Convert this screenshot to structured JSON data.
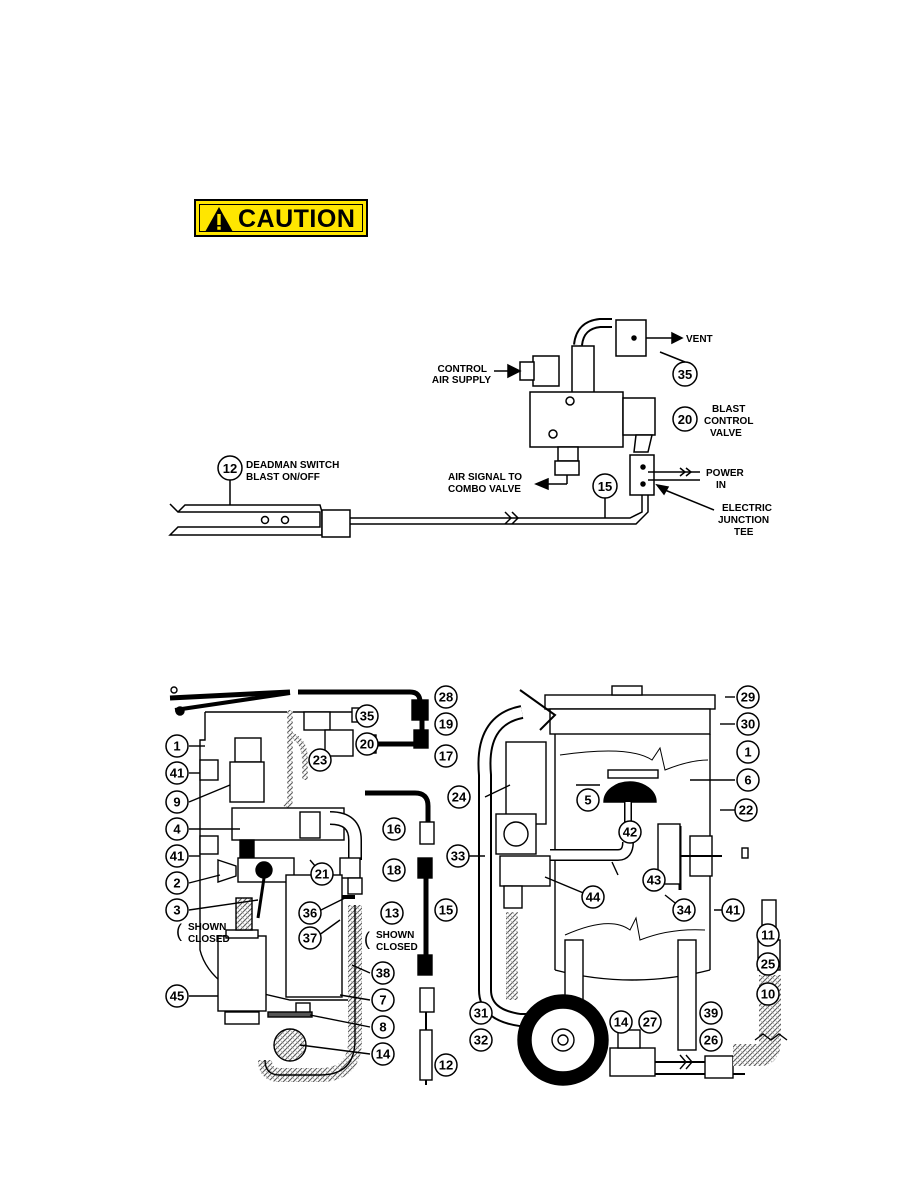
{
  "caution": {
    "label": "CAUTION",
    "icon": "warning-triangle-icon",
    "bg_color": "#ffe600"
  },
  "top_diagram": {
    "labels": {
      "vent": "VENT",
      "control_air_1": "CONTROL",
      "control_air_2": "AIR SUPPLY",
      "blast_control_1": "BLAST",
      "blast_control_2": "CONTROL",
      "blast_control_3": "VALVE",
      "deadman_1": "DEADMAN SWITCH",
      "deadman_2": "BLAST ON/OFF",
      "air_signal_1": "AIR SIGNAL TO",
      "air_signal_2": "COMBO VALVE",
      "power_1": "POWER",
      "power_2": "IN",
      "junction_1": "ELECTRIC",
      "junction_2": "JUNCTION",
      "junction_3": "TEE"
    },
    "callouts": {
      "c35": "35",
      "c20": "20",
      "c12": "12",
      "c15": "15"
    }
  },
  "bottom_diagram": {
    "left_callouts": [
      "1",
      "41",
      "9",
      "4",
      "41",
      "2",
      "3",
      "45"
    ],
    "shown_closed_1": "SHOWN",
    "shown_closed_2": "CLOSED",
    "mid_callouts": [
      "35",
      "20",
      "23",
      "21",
      "13",
      "36",
      "37",
      "38",
      "7",
      "8",
      "14"
    ],
    "right_column": [
      "28",
      "19",
      "17",
      "16",
      "18",
      "15",
      "12"
    ],
    "right_view": [
      "29",
      "30",
      "1",
      "6",
      "5",
      "22",
      "24",
      "42",
      "33",
      "43",
      "44",
      "34",
      "41",
      "11",
      "25",
      "10",
      "31",
      "14",
      "27",
      "39",
      "26",
      "32"
    ]
  }
}
